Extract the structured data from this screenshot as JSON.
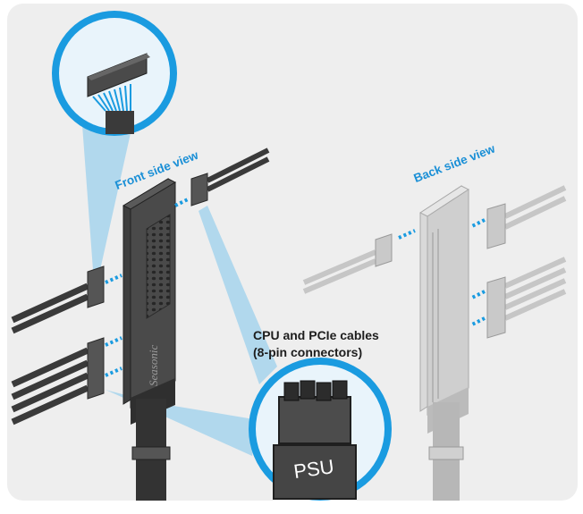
{
  "labels": {
    "front_view": "Front side view",
    "back_view": "Back side view",
    "caption_line1": "CPU and PCIe cables",
    "caption_line2": "(8-pin connectors)",
    "psu_text": "PSU",
    "brand_text": "Seasonic"
  },
  "colors": {
    "accent_blue": "#1a9be0",
    "background_panel": "#eeeeee",
    "connector_dark": "#4a4a4a",
    "connector_light": "#bdbdbd"
  }
}
